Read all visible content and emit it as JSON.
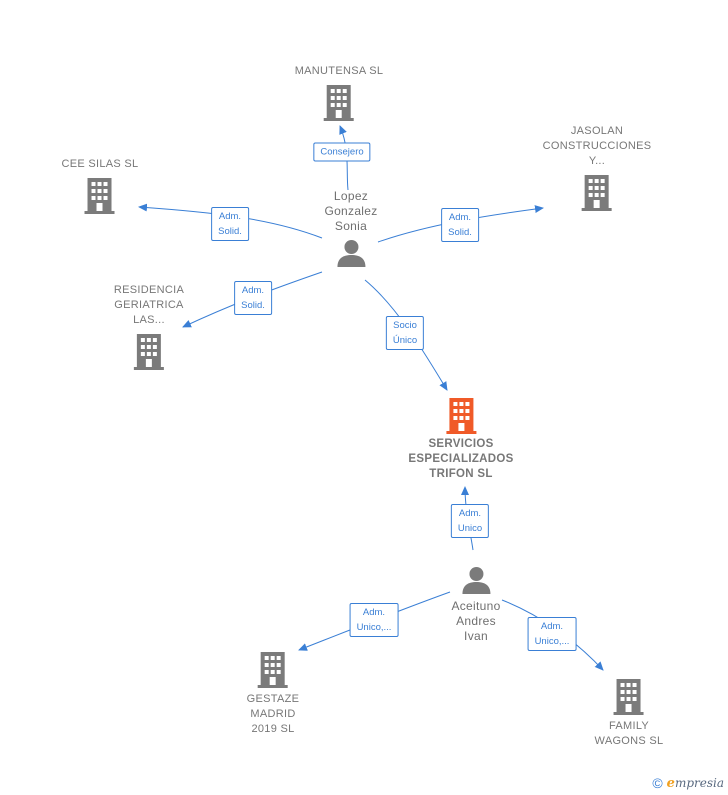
{
  "colors": {
    "edge": "#3a7fd5",
    "company_icon": "#7b7b7b",
    "focus_icon": "#f05a28",
    "person_icon": "#7b7b7b"
  },
  "nodes": {
    "manutensa": {
      "label": "MANUTENSA SL"
    },
    "cee_silas": {
      "label": "CEE SILAS SL"
    },
    "jasolan": {
      "label": "JASOLAN\nCONSTRUCCIONES\nY..."
    },
    "residencia": {
      "label": "RESIDENCIA\nGERIATRICA\nLAS..."
    },
    "lopez": {
      "label": "Lopez\nGonzalez\nSonia"
    },
    "servicios": {
      "label": "SERVICIOS\nESPECIALIZADOS\nTRIFON  SL"
    },
    "aceituno": {
      "label": "Aceituno\nAndres\nIvan"
    },
    "gestaze": {
      "label": "GESTAZE\nMADRID\n2019  SL"
    },
    "family": {
      "label": "FAMILY\nWAGONS  SL"
    }
  },
  "edges": {
    "consejero": "Consejero",
    "adm_solid_cee": "Adm.\nSolid.",
    "adm_solid_jasolan": "Adm.\nSolid.",
    "adm_solid_residencia": "Adm.\nSolid.",
    "socio_unico": "Socio\nÚnico",
    "adm_unico_servicios": "Adm.\nUnico",
    "adm_unico_gestaze": "Adm.\nUnico,...",
    "adm_unico_family": "Adm.\nUnico,..."
  },
  "footer": {
    "copyright": "©",
    "brand_initial": "e",
    "brand_rest": "mpresia"
  }
}
